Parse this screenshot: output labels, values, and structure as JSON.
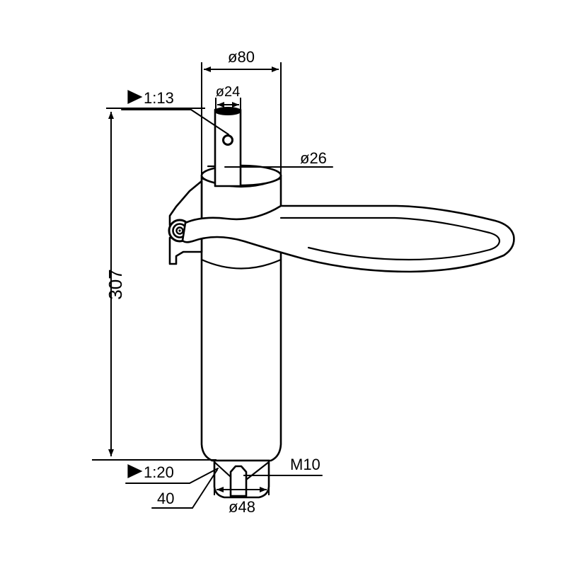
{
  "drawing": {
    "type": "engineering-dimensioned-elevation",
    "subject": "single-lever tall basin faucet / mixer tap",
    "view": "front elevation",
    "units": "mm",
    "line_color": "#000000",
    "background_color": "#ffffff"
  },
  "dimensions": {
    "spout_body_outer": {
      "label": "ø80",
      "value": 80,
      "symbol": "ø",
      "orientation": "horizontal",
      "position": "top"
    },
    "cartridge_stem": {
      "label": "ø24",
      "value": 24,
      "symbol": "ø",
      "orientation": "horizontal",
      "position": "upper-stem"
    },
    "stem_collar": {
      "label": "ø26",
      "value": 26,
      "symbol": "ø",
      "orientation": "leader",
      "position": "right"
    },
    "overall_height": {
      "label": "307",
      "value": 307,
      "orientation": "vertical-rotated",
      "position": "left"
    },
    "base_shank": {
      "label": "ø48",
      "value": 48,
      "symbol": "ø",
      "orientation": "horizontal",
      "position": "bottom"
    },
    "thread": {
      "label": "M10",
      "value": "M10",
      "orientation": "leader",
      "position": "bottom-right"
    },
    "base_depth": {
      "label": "40",
      "value": 40,
      "orientation": "leader",
      "position": "bottom-left"
    }
  },
  "surface_finish_flags": [
    {
      "label": "1:13",
      "symbol": "▷",
      "position": "upper-left",
      "points_to": "cartridge stem top"
    },
    {
      "label": "1:20",
      "symbol": "▷",
      "position": "lower-left",
      "points_to": "base shank"
    }
  ],
  "labels": {
    "dia80": "ø80",
    "dia24": "ø24",
    "dia26": "ø26",
    "dia48": "ø48",
    "height307": "307",
    "thread_m10": "M10",
    "depth40": "40",
    "ratio113": "1:13",
    "ratio120": "1:20"
  }
}
